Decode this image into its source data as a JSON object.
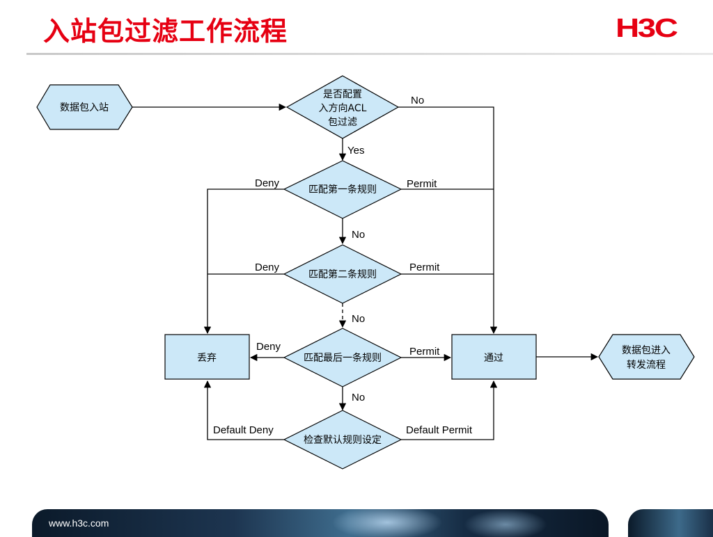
{
  "header": {
    "title": "入站包过滤工作流程",
    "logo_text": "H3C"
  },
  "nodes": {
    "start": "数据包入站",
    "check_acl": [
      "是否配置",
      "入方向ACL",
      "包过滤"
    ],
    "rule1": "匹配第一条规则",
    "rule2": "匹配第二条规则",
    "rule_last": "匹配最后一条规则",
    "default_check": "检查默认规则设定",
    "discard": "丢弃",
    "pass": "通过",
    "forward": [
      "数据包进入",
      "转发流程"
    ]
  },
  "edges": {
    "acl_no": "No",
    "acl_yes": "Yes",
    "rule1_deny": "Deny",
    "rule1_permit": "Permit",
    "rule1_no": "No",
    "rule2_deny": "Deny",
    "rule2_permit": "Permit",
    "rule2_no": "No",
    "last_deny": "Deny",
    "last_permit": "Permit",
    "last_no": "No",
    "default_deny": "Default Deny",
    "default_permit": "Default Permit"
  },
  "footer": {
    "url": "www.h3c.com"
  },
  "colors": {
    "accent": "#e60012",
    "node_fill": "#cce8f8",
    "line": "#000000"
  }
}
